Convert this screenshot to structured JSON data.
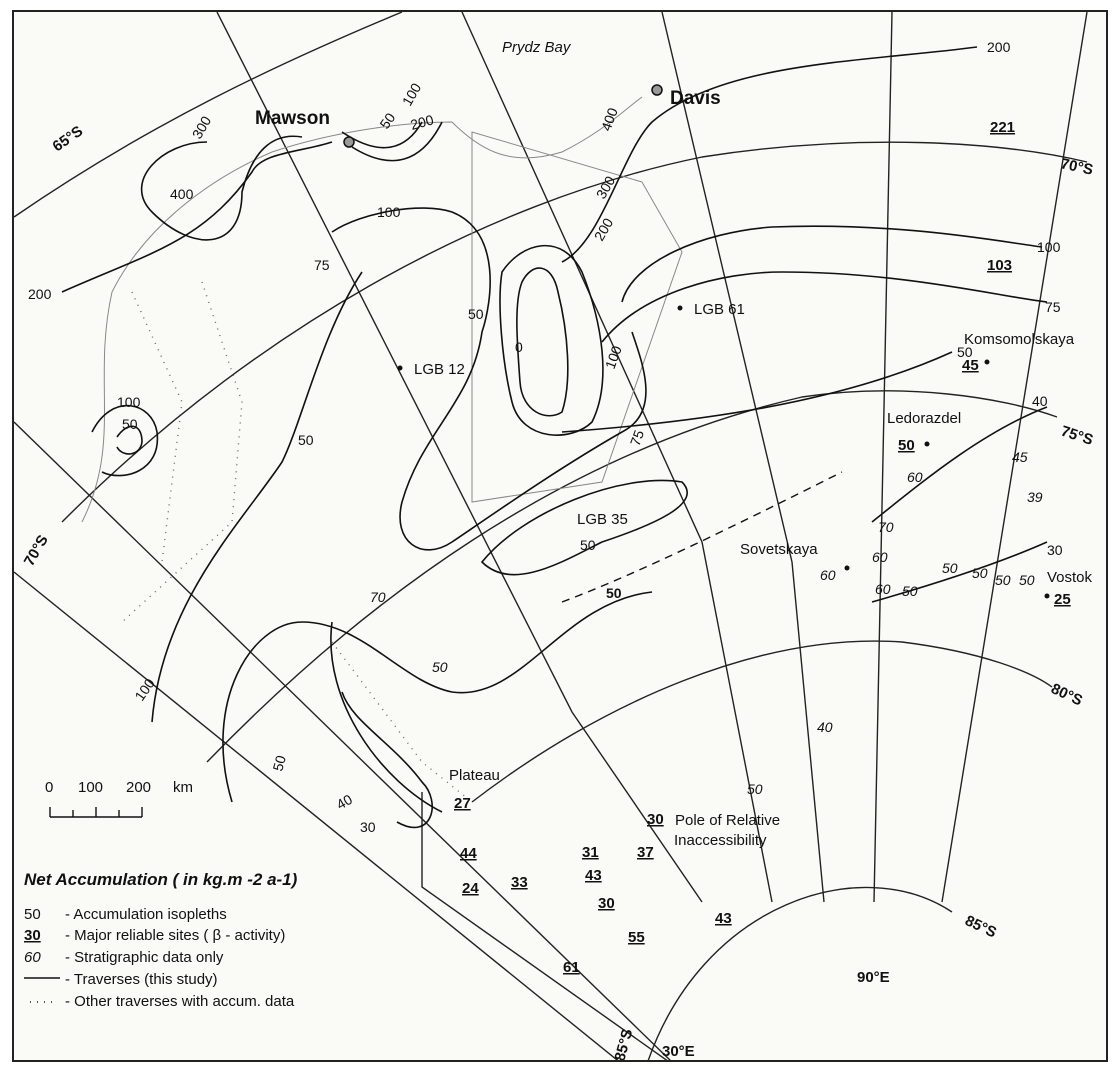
{
  "places": {
    "prydz_bay": "Prydz Bay",
    "mawson": "Mawson",
    "davis": "Davis",
    "lgb61": "LGB 61",
    "lgb12": "LGB 12",
    "lgb35": "LGB 35",
    "komsomolskaya": "Komsomolskaya",
    "ledorazdel": "Ledorazdel",
    "sovetskaya": "Sovetskaya",
    "vostok": "Vostok",
    "plateau": "Plateau",
    "pole_line1": "Pole of Relative",
    "pole_line2": "Inaccessibility"
  },
  "graticule": {
    "lat65": "65°S",
    "lat70_right": "70°S",
    "lat70_left": "70°S",
    "lat75": "75°S",
    "lat80": "80°S",
    "lat85_right": "85°S",
    "lat85_bottom": "85°S",
    "lon30": "30°E",
    "lon90": "90°E"
  },
  "isopleths": {
    "i200_top": "200",
    "i300": "300",
    "i400_left": "400",
    "i50_mawson": "50",
    "i100_mawson": "100",
    "i200_mawson": "200",
    "i400_davis": "400",
    "i300_davis": "300",
    "i200_davis": "200",
    "i100_center": "100",
    "i75_left": "75",
    "i200_left": "200",
    "i50_center": "50",
    "i0": "0",
    "i100_right": "100",
    "i75_right": "75",
    "i50_komsomolskaya": "50",
    "i40_right": "40",
    "i100_left": "100",
    "i50_left": "50",
    "i50_left2": "50",
    "i100_center2": "100",
    "i75_center": "75",
    "i50_lgb35": "50",
    "i50_bold": "50",
    "i30_right": "30",
    "i100_bottomleft": "100",
    "i50_bottomleft": "50",
    "i40_bottomleft": "40",
    "i30_bottomleft": "30"
  },
  "sites": {
    "s221": "221",
    "s103": "103",
    "s45": "45",
    "s50": "50",
    "s25": "25",
    "s27": "27",
    "s30pole": "30",
    "s44": "44",
    "s24": "24",
    "s33": "33",
    "s31": "31",
    "s37": "37",
    "s43a": "43",
    "s30b": "30",
    "s55": "55",
    "s43b": "43",
    "s61": "61"
  },
  "strat": {
    "t60_ledo": "60",
    "t45": "45",
    "t39": "39",
    "t70_sov": "70",
    "t60_sov1": "60",
    "t60_sov2": "60",
    "t60_sov3": "60",
    "t50_sov": "50",
    "t50_e1": "50",
    "t50_e2": "50",
    "t50_e3": "50",
    "t50_e4": "50",
    "t70_mid": "70",
    "t50_mid": "50",
    "t40": "40",
    "t50_low": "50"
  },
  "scale": {
    "t0": "0",
    "t100": "100",
    "t200": "200",
    "unit": "km"
  },
  "legend": {
    "title": "Net Accumulation (  in kg.m -2 a-1)",
    "row1_key": "50",
    "row1_text": "- Accumulation isopleths",
    "row2_key": "30",
    "row2_text": "- Major reliable sites (  β - activity)",
    "row3_key": "60",
    "row3_text": "- Stratigraphic data only",
    "row4_text": "- Traverses (this study)",
    "row5_text": "- Other traverses with accum. data"
  }
}
